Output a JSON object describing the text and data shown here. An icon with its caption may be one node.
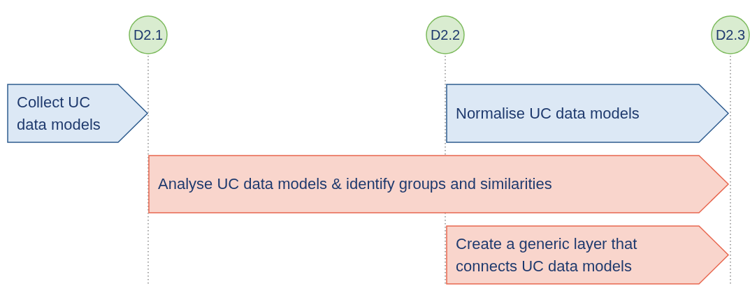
{
  "diagram": {
    "nodes": [
      {
        "text": [
          "D2.1"
        ]
      },
      {
        "text": [
          "D2.2"
        ]
      },
      {
        "text": [
          "D2.3"
        ]
      },
      {
        "text": [
          "Collect UC data models"
        ]
      },
      {
        "text": [
          "Normalise UC data models"
        ]
      },
      {
        "text": [
          "Analyse UC data models & identify groups and similarities"
        ]
      },
      {
        "text": [
          "Create a generic layer that connects UC data models"
        ]
      }
    ]
  }
}
